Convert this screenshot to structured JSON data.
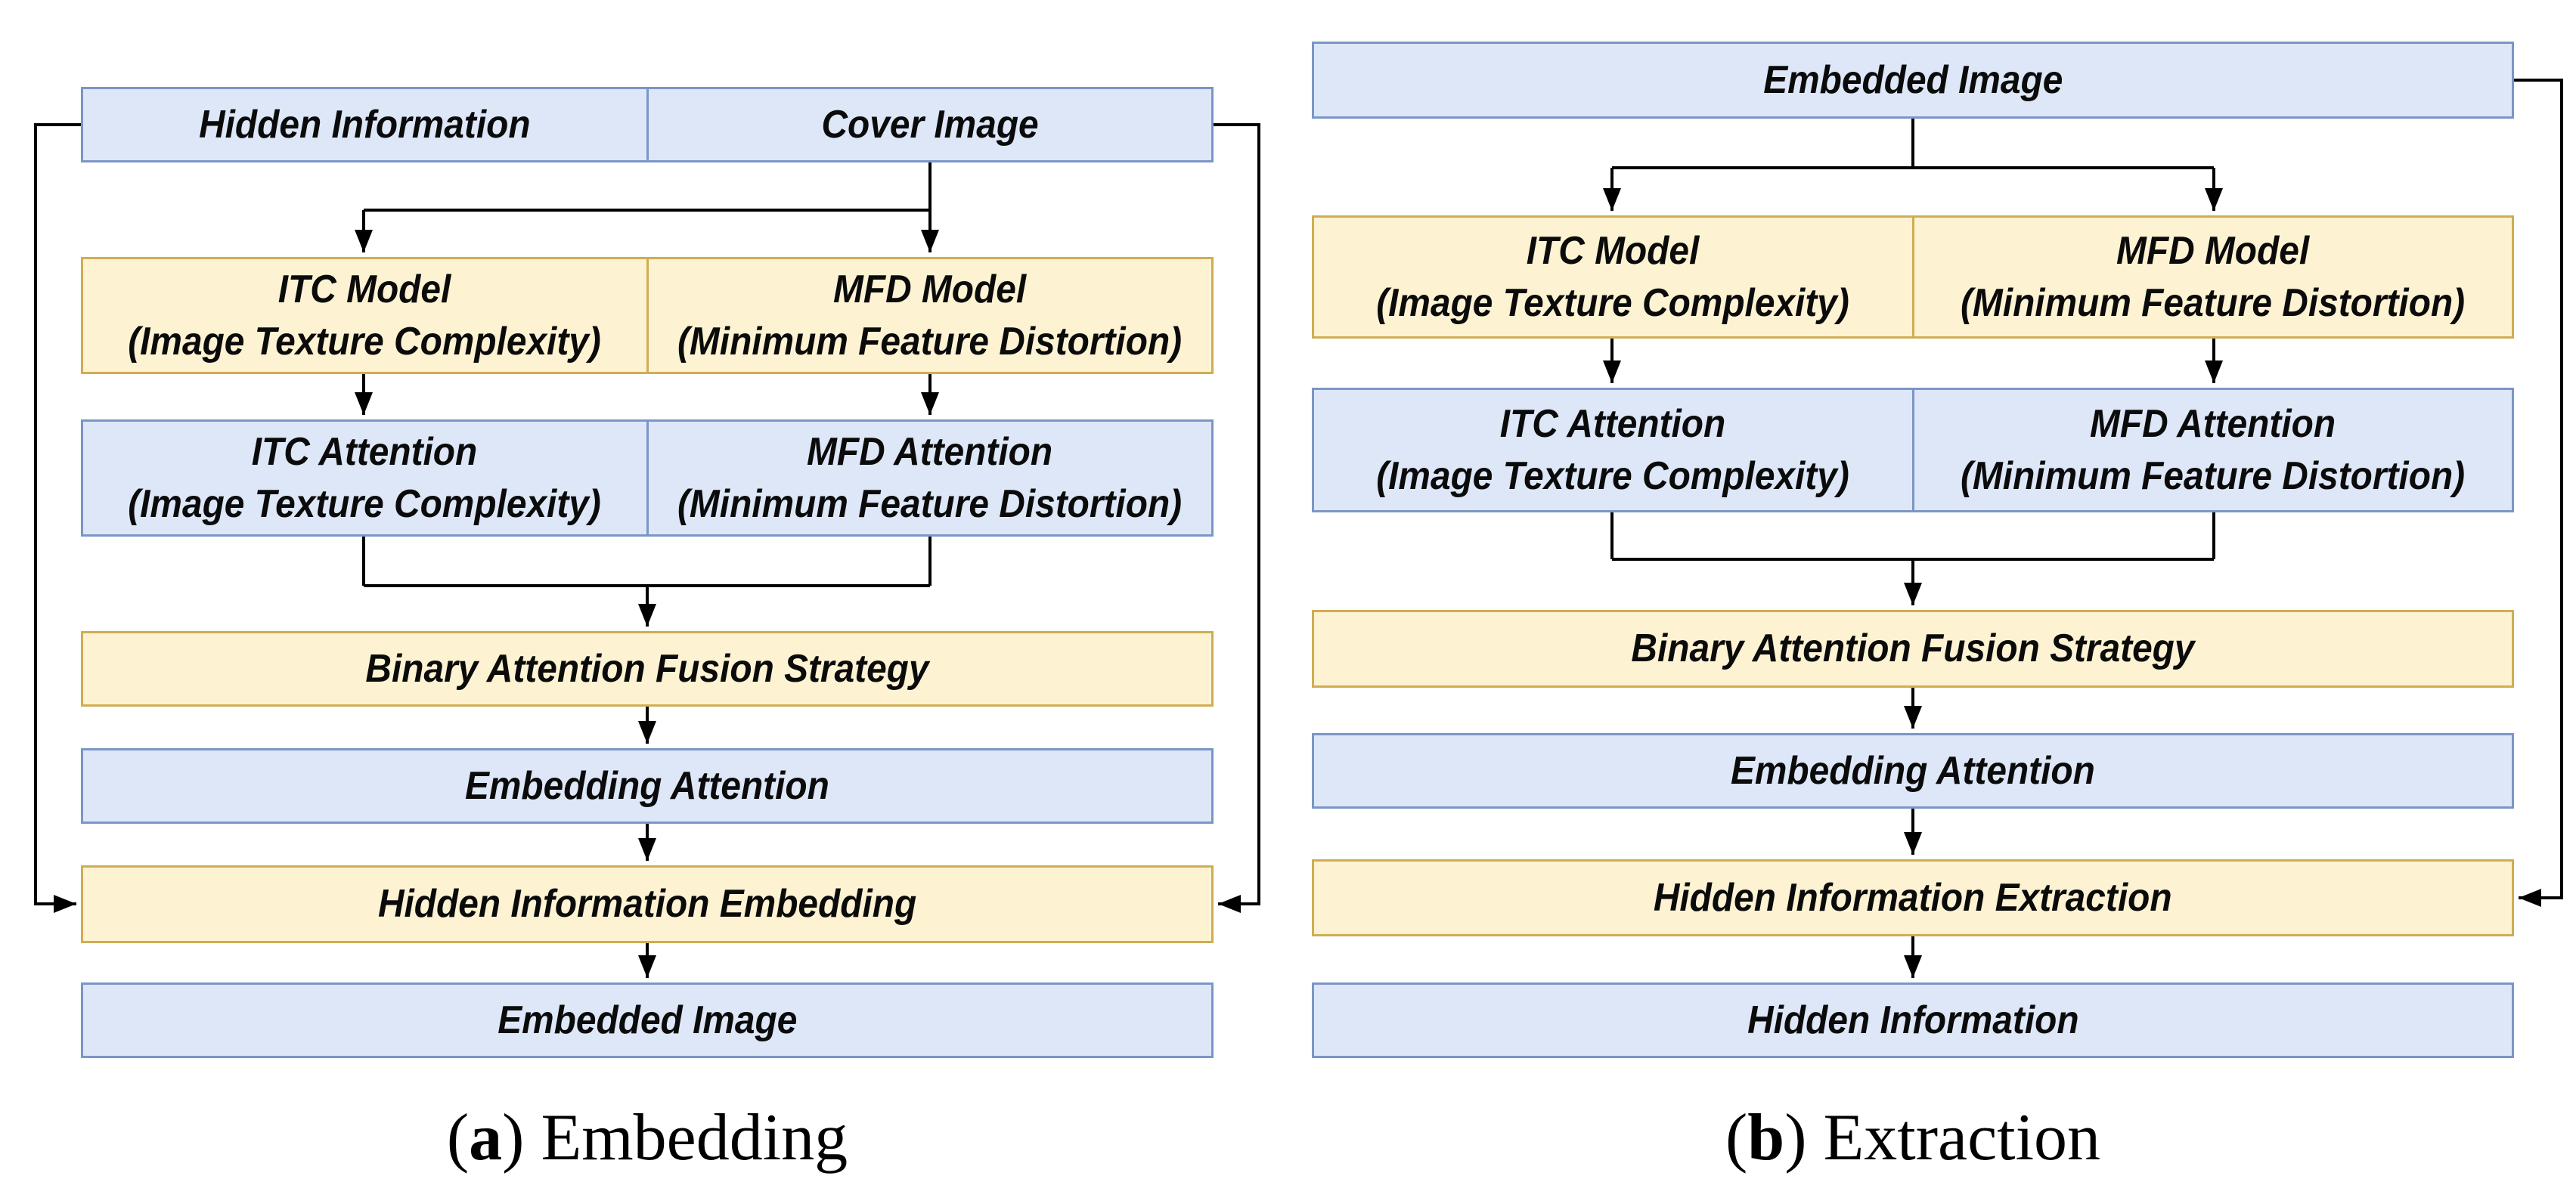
{
  "colors": {
    "blue_fill": "#dde7f8",
    "blue_border": "#7b96c6",
    "yellow_fill": "#fdf3d2",
    "yellow_border": "#cfad53",
    "line": "#000000",
    "bg": "#ffffff",
    "text": "#0b0b0b"
  },
  "diagram_a": {
    "boxes": {
      "hidden_information": "Hidden Information",
      "cover_image": "Cover Image",
      "itc_model": "ITC Model\n(Image Texture Complexity)",
      "mfd_model": "MFD Model\n(Minimum Feature Distortion)",
      "itc_attention": "ITC Attention\n(Image Texture Complexity)",
      "mfd_attention": "MFD Attention\n(Minimum Feature Distortion)",
      "fusion": "Binary Attention Fusion Strategy",
      "embedding_attention": "Embedding Attention",
      "hidden_information_embedding": "Hidden Information Embedding",
      "embedded_image": "Embedded Image"
    },
    "caption": {
      "open": "(",
      "letter": "a",
      "close": ")",
      "label": "Embedding"
    }
  },
  "diagram_b": {
    "boxes": {
      "embedded_image": "Embedded Image",
      "itc_model": "ITC Model\n(Image Texture Complexity)",
      "mfd_model": "MFD Model\n(Minimum Feature Distortion)",
      "itc_attention": "ITC Attention\n(Image Texture Complexity)",
      "mfd_attention": "MFD Attention\n(Minimum Feature Distortion)",
      "fusion": "Binary Attention Fusion Strategy",
      "embedding_attention": "Embedding Attention",
      "hidden_information_extraction": "Hidden Information Extraction",
      "hidden_information": "Hidden Information"
    },
    "caption": {
      "open": "(",
      "letter": "b",
      "close": ")",
      "label": "Extraction"
    }
  }
}
